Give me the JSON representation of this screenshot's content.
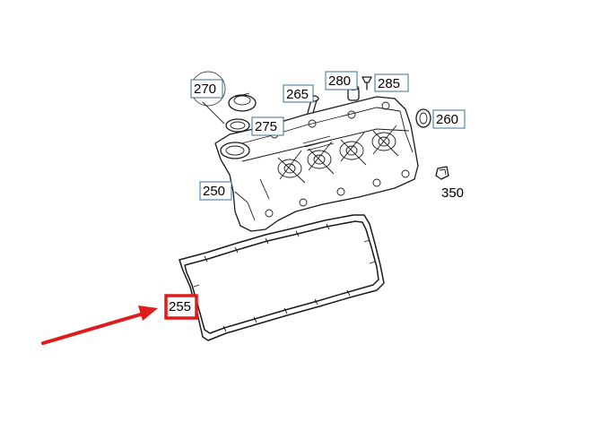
{
  "diagram": {
    "callouts": {
      "p270": "270",
      "p265": "265",
      "p280": "280",
      "p285": "285",
      "p260": "260",
      "p275": "275",
      "p250": "250",
      "p350": "350",
      "p255": "255"
    },
    "highlight_color": "#e01b1b",
    "callout_border_color": "#3a6f8f"
  }
}
